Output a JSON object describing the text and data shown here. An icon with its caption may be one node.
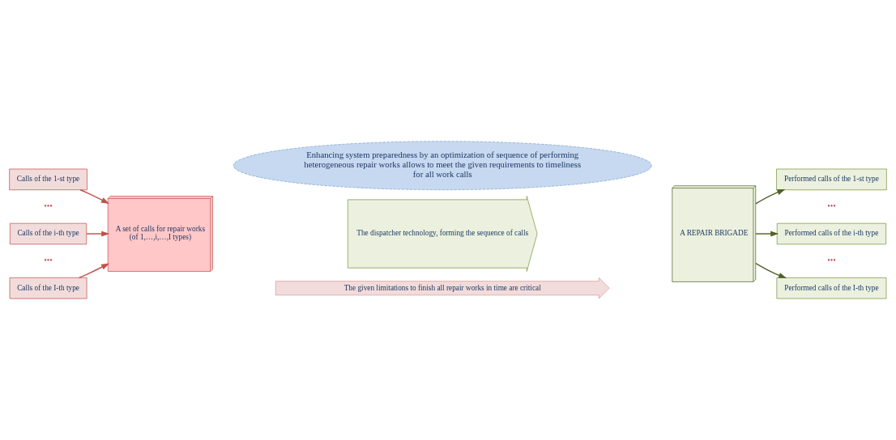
{
  "diagram": {
    "nodes": [
      {
        "text": [
          "Enhancing system preparedness by an optimization of sequence of performing heterogeneous repair works allows to meet the given requirements to timeliness for all work calls"
        ]
      },
      {
        "text": [
          "Calls of the 1-st type"
        ]
      },
      {
        "text": [
          "Calls of the i-th type"
        ]
      },
      {
        "text": [
          "Calls of the I-th type"
        ]
      },
      {
        "text": [
          "A set of calls for repair works",
          "(of 1,…,i,…,I types)"
        ]
      },
      {
        "text": [
          "The dispatcher technology, forming the sequence of calls"
        ]
      },
      {
        "text": [
          "A REPAIR BRIGADE"
        ]
      },
      {
        "text": [
          "Performed calls of the 1-st type"
        ]
      },
      {
        "text": [
          "Performed calls of the i-th type"
        ]
      },
      {
        "text": [
          "Performed calls of the I-th type"
        ]
      },
      {
        "text": [
          "The given limitations to finish all repair works in time are critical"
        ]
      }
    ],
    "edges": [
      {
        "from": 1,
        "to": 4,
        "arrow": "to",
        "color": "#c0504d"
      },
      {
        "from": 2,
        "to": 4,
        "arrow": "to",
        "color": "#c0504d"
      },
      {
        "from": 3,
        "to": 4,
        "arrow": "to",
        "color": "#c0504d"
      },
      {
        "from": 6,
        "to": 7,
        "arrow": "to",
        "color": "#4f6228"
      },
      {
        "from": 6,
        "to": 8,
        "arrow": "to",
        "color": "#4f6228"
      },
      {
        "from": 6,
        "to": 9,
        "arrow": "to",
        "color": "#4f6228"
      }
    ],
    "labels": [
      "•••",
      "•••",
      "•••",
      "•••"
    ]
  }
}
